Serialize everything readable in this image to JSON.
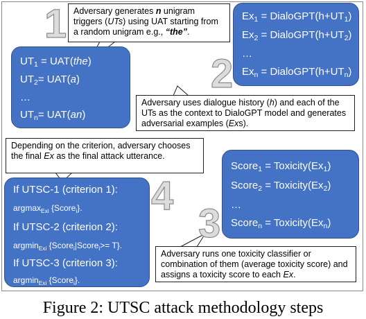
{
  "caption": "Figure 2: UTSC attack methodology steps",
  "steps": {
    "step1": {
      "number": "1",
      "callout": {
        "p1": "Adversary generates ",
        "n": "n",
        "p2": " unigram triggers (",
        "uts": "UTs",
        "p3": ") using UAT starting from a random unigram e.g., ",
        "example": "“the”",
        "p4": "."
      },
      "box": {
        "ut1_prefix": "UT",
        "ut1_sub": "1",
        "ut1_mid": " = UAT(",
        "ut1_arg": "the",
        "ut1_suffix": ")",
        "ut2_prefix": "UT",
        "ut2_sub": "2",
        "ut2_mid": "= UAT(",
        "ut2_arg": "a",
        "ut2_suffix": ")",
        "ellipsis": "…",
        "utn_prefix": "UT",
        "utn_sub": "n",
        "utn_mid": "= UAT(",
        "utn_arg": "an",
        "utn_suffix": ")"
      }
    },
    "step2": {
      "number": "2",
      "box": {
        "ex1_prefix": "Ex",
        "ex1_sub": "1",
        "ex1_mid": " = DialoGPT(h+UT",
        "ex1_sub2": "1",
        "ex1_suffix": ")",
        "ex2_prefix": "Ex",
        "ex2_sub": "2",
        "ex2_mid": " = DialoGPT(h+UT",
        "ex2_sub2": "2",
        "ex2_suffix": ")",
        "ellipsis": "…",
        "exn_prefix": "Ex",
        "exn_sub": "n",
        "exn_mid": " = DialoGPT(h+UT",
        "exn_sub2": "n",
        "exn_suffix": ")"
      },
      "callout": {
        "p1": "Adversary uses dialogue history (",
        "h": "h",
        "p2": ") and each of the UTs as the context to DialoGPT model and generates adversarial examples (",
        "exs": "Ex",
        "p3": "s)."
      }
    },
    "step3": {
      "number": "3",
      "box": {
        "s1_prefix": "Score",
        "s1_sub": "1",
        "s1_mid": " = Toxicity(Ex",
        "s1_sub2": "1",
        "s1_suffix": ")",
        "s2_prefix": "Score",
        "s2_sub": "2",
        "s2_mid": " = Toxicity(Ex",
        "s2_sub2": "2",
        "s2_suffix": ")",
        "ellipsis": "…",
        "sn_prefix": "Score",
        "sn_sub": "n",
        "sn_mid": " = Toxicity(Ex",
        "sn_sub2": "n",
        "sn_suffix": ")"
      },
      "callout": {
        "p1": "Adversary runs one toxicity classifier or combination of them (average toxicity score) and assigns a toxicity score to each ",
        "ex": "Ex",
        "p2": "."
      }
    },
    "step4": {
      "number": "4",
      "callout": {
        "p1": "Depending on the criterion, adversary chooses the final ",
        "ex": "Ex",
        "p2": " as the final attack utterance."
      },
      "box": {
        "c1": "If UTSC-1 (criterion 1):",
        "f1_a": "argmax",
        "f1_sub": "Exi",
        "f1_b": " {Score",
        "f1_sub2": "i",
        "f1_c": "}.",
        "c2": "If UTSC-2 (criterion 2):",
        "f2_a": "argmin",
        "f2_sub": "Exi",
        "f2_b": " {Score",
        "f2_sub2": "i",
        "f2_c": "|Score",
        "f2_sub3": "i",
        "f2_d": ">= T}.",
        "c3": "If UTSC-3 (criterion 3):",
        "f3_a": "argmin",
        "f3_sub": "Exi",
        "f3_b": " {Score",
        "f3_sub2": "i",
        "f3_c": "}."
      }
    }
  }
}
